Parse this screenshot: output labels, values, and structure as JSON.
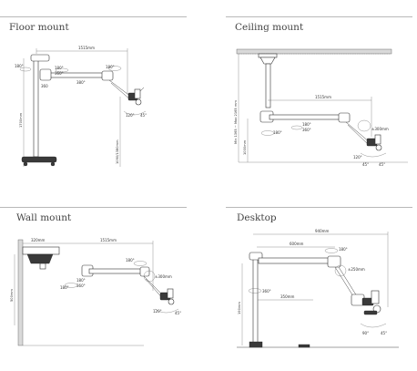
{
  "panels": {
    "floor": {
      "title": "Floor mount",
      "dims": {
        "reach": "1515mm",
        "rot1": "180°",
        "rot2": "180°",
        "rot3": "360°",
        "rot4": "180°",
        "arm": "380°",
        "small": "360",
        "height": "1700mm",
        "height2": "1090/1380mm",
        "tilt1": "120°",
        "tilt2": "45°"
      }
    },
    "ceiling": {
      "title": "Ceiling mount",
      "dims": {
        "reach": "1515mm",
        "height_range": "Min 1365 ~ Max 2165 mm",
        "rot1": "180°",
        "rot2": "180°",
        "rot3": "360°",
        "drop": "1000mm",
        "ring": "±300mm",
        "tilt1": "120°",
        "tilt2": "45°",
        "tilt3": "45°"
      }
    },
    "wall": {
      "title": "Wall mount",
      "dims": {
        "offset": "320mm",
        "reach": "1515mm",
        "height": "500mm",
        "rot1": "180°",
        "rot2": "180°",
        "rot3": "180°",
        "rot4": "360°",
        "ring": "±300mm",
        "tilt1": "120°",
        "tilt2": "45°"
      }
    },
    "desktop": {
      "title": "Desktop",
      "dims": {
        "reach": "940mm",
        "arm": "600mm",
        "rot1": "180°",
        "ring": "±250mm",
        "rot2": "360°",
        "height": "190mm",
        "base": "350mm",
        "tilt1": "90°",
        "tilt2": "45°"
      }
    }
  }
}
